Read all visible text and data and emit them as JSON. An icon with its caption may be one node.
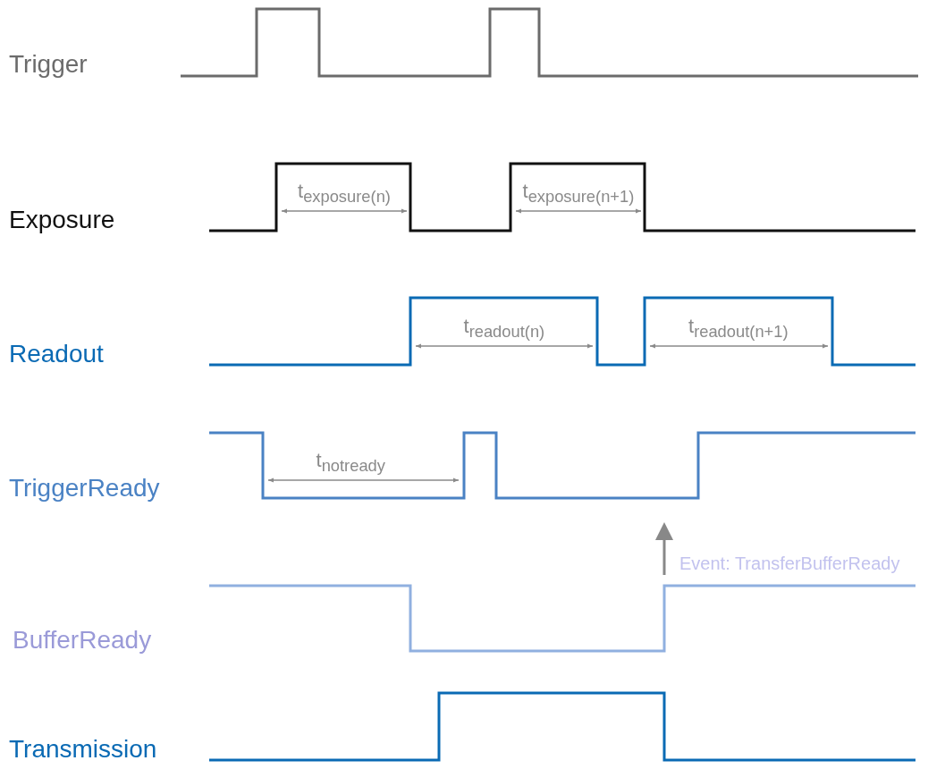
{
  "diagram": {
    "labels": [
      "Trigger",
      "Exposure",
      "t$_{exposure(n)}$",
      "t$_{exposure(n+1)}$",
      "Readout",
      "t$_{readout(n)}$",
      "t$_{readout(n+1)}$",
      "TriggerReady",
      "t$_{notready}$",
      "Event: TransferBufferReady",
      "BufferReady",
      "Transmission"
    ]
  }
}
